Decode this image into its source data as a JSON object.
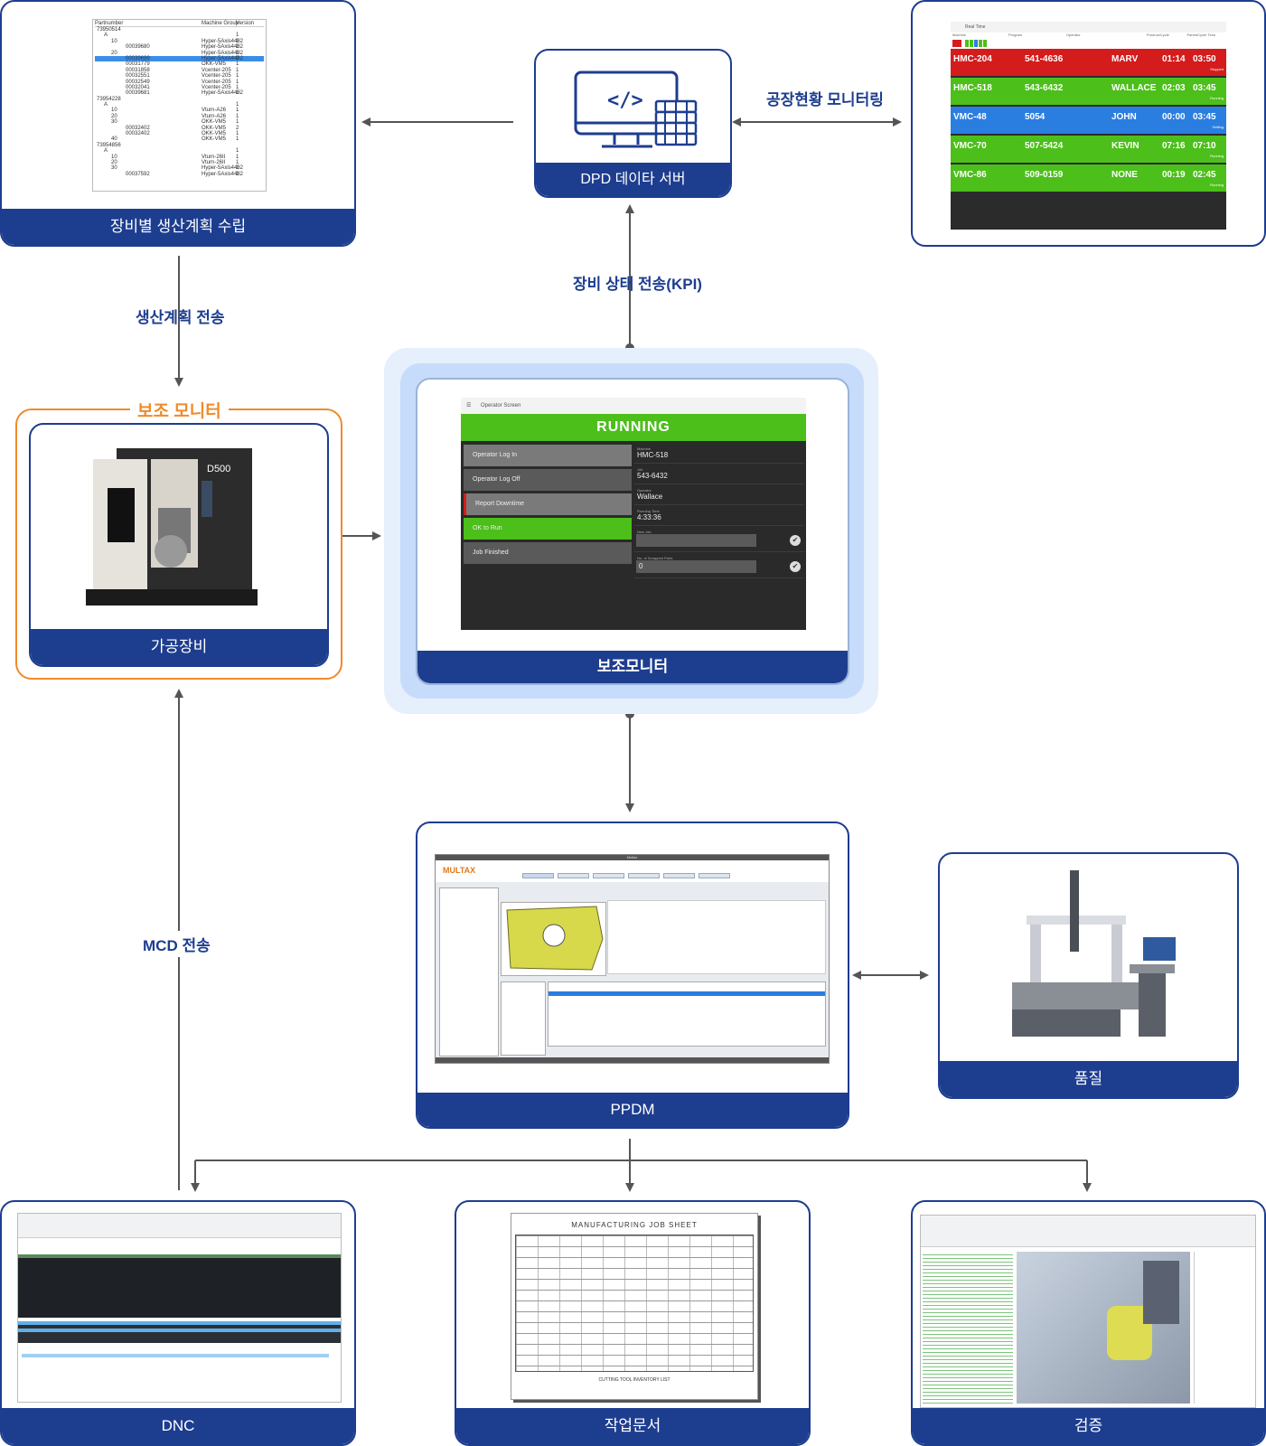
{
  "nodes": {
    "plan": "장비별 생산계획 수립",
    "server": "DPD 데이타 서버",
    "realtime_monitor": "",
    "machine": "가공장비",
    "aux_monitor": "보조모니터",
    "ppdm": "PPDM",
    "quality": "품질",
    "dnc": "DNC",
    "work_doc": "작업문서",
    "verify": "검증"
  },
  "edges": {
    "factory_monitoring": "공장현황 모니터링",
    "kpi": "장비 상태 전송(KPI)",
    "plan_transfer": "생산계획 전송",
    "mcd_transfer": "MCD 전송"
  },
  "aux_group_title": "보조 모니터",
  "operator_screen": {
    "title": "Operator Screen",
    "status": "RUNNING",
    "buttons": [
      "Operator Log In",
      "Operator Log Off",
      "Report Downtime",
      "OK to Run",
      "Job Finished"
    ],
    "fields": [
      {
        "label": "Machine",
        "value": "HMC-518"
      },
      {
        "label": "Job",
        "value": "543-6432"
      },
      {
        "label": "Operator",
        "value": "Wallace"
      },
      {
        "label": "Running Time",
        "value": "4:33:36"
      },
      {
        "label": "New Job",
        "value": ""
      },
      {
        "label": "No. of Scrapped Parts",
        "value": "0"
      }
    ]
  },
  "realtime": {
    "title": "Real Time",
    "columns": [
      "Machine",
      "Program",
      "Operator",
      "ProduceCycle",
      "ParentCycle Time"
    ],
    "rows": [
      {
        "machine": "HMC-204",
        "program": "541-4636",
        "operator": "MARV",
        "t1": "01:14",
        "t2": "03:50",
        "status": "Stopped"
      },
      {
        "machine": "HMC-518",
        "program": "543-6432",
        "operator": "WALLACE",
        "t1": "02:03",
        "t2": "03:45",
        "status": "Running"
      },
      {
        "machine": "VMC-48",
        "program": "5054",
        "operator": "JOHN",
        "t1": "00:00",
        "t2": "03:45",
        "status": "Setting"
      },
      {
        "machine": "VMC-70",
        "program": "507-5424",
        "operator": "KEVIN",
        "t1": "07:16",
        "t2": "07:10",
        "status": "Running"
      },
      {
        "machine": "VMC-86",
        "program": "509-0159",
        "operator": "NONE",
        "t1": "00:19",
        "t2": "02:45",
        "status": "Running"
      }
    ]
  },
  "plan_tree": {
    "columns": [
      "Partnumber",
      "Machine Group",
      "Version"
    ],
    "rows": [
      {
        "p": "73950514",
        "g": "",
        "v": ""
      },
      {
        "p": "A",
        "g": "",
        "v": "1"
      },
      {
        "p": "10",
        "g": "Hyper-5Axis4482",
        "v": "1"
      },
      {
        "p": "00039680",
        "g": "Hyper-5Axis4482",
        "v": "1"
      },
      {
        "p": "20",
        "g": "Hyper-5Axis4482",
        "v": "1"
      },
      {
        "p": "00039699",
        "g": "Hyper-5Axis4482",
        "v": "2"
      },
      {
        "p": "00031779",
        "g": "OKK-VM5",
        "v": "1"
      },
      {
        "p": "00031858",
        "g": "Vcenter-205",
        "v": "1"
      },
      {
        "p": "00032551",
        "g": "Vcenter-205",
        "v": "1"
      },
      {
        "p": "00032549",
        "g": "Vcenter-205",
        "v": "1"
      },
      {
        "p": "00032041",
        "g": "Vcenter-205",
        "v": "1"
      },
      {
        "p": "00039681",
        "g": "Hyper-5Axis4482",
        "v": "1"
      },
      {
        "p": "73954228",
        "g": "",
        "v": ""
      },
      {
        "p": "A",
        "g": "",
        "v": "1"
      },
      {
        "p": "10",
        "g": "Vturn-A26",
        "v": "1"
      },
      {
        "p": "20",
        "g": "Vturn-A26",
        "v": "1"
      },
      {
        "p": "30",
        "g": "OKK-VM5",
        "v": "1"
      },
      {
        "p": "00032402",
        "g": "OKK-VM5",
        "v": "2"
      },
      {
        "p": "00032402",
        "g": "OKK-VM5",
        "v": "1"
      },
      {
        "p": "40",
        "g": "OKK-VM5",
        "v": "1"
      },
      {
        "p": "73954856",
        "g": "",
        "v": ""
      },
      {
        "p": "A",
        "g": "",
        "v": "1"
      },
      {
        "p": "10",
        "g": "Vturn-26II",
        "v": "1"
      },
      {
        "p": "20",
        "g": "Vturn-26II",
        "v": "1"
      },
      {
        "p": "30",
        "g": "Hyper-5Axis4482",
        "v": "1"
      },
      {
        "p": "00037592",
        "g": "Hyper-5Axis4482",
        "v": "1"
      }
    ]
  },
  "machine_brand": "D500",
  "ppdm_screen": {
    "logo": "MULTAX",
    "window_title": "Multax"
  },
  "job_sheet": {
    "title": "MANUFACTURING JOB SHEET",
    "footer": "CUTTING TOOL INVENTORY LIST"
  },
  "colors": {
    "navy": "#1d3d8f",
    "orange": "#f08a2a",
    "running_green": "#4cbf1a",
    "stopped_red": "#d41c1c",
    "setting_blue": "#2a7ee0",
    "arrow_gray": "#555555"
  }
}
